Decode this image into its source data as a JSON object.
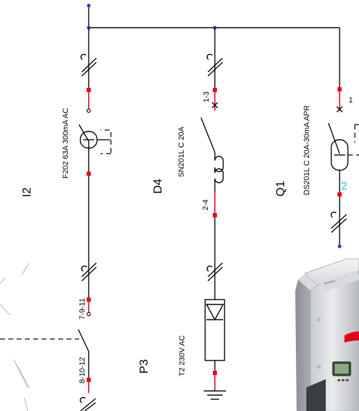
{
  "devices": {
    "i2": {
      "id": "I2",
      "spec": "F202 63A 300mA AC"
    },
    "d4": {
      "id": "D4",
      "spec": "SN201L C 20A",
      "term_top": "1-3",
      "term_bottom": "2-4"
    },
    "q1": {
      "id": "Q1",
      "spec": "DS201L C 20A-30mA APR",
      "term_top": "1",
      "term_bottom": "2"
    },
    "p3": {
      "id": "P3",
      "spec": "T2 230V AC",
      "term_top": "7-9-11",
      "term_bottom": "8-10-12"
    },
    "inverter": {
      "brand": "Fronius"
    }
  },
  "colors": {
    "wire": "#000000",
    "terminal": "#e8001c",
    "node": "#1f3ad6",
    "highlight": "#19c6ec"
  }
}
